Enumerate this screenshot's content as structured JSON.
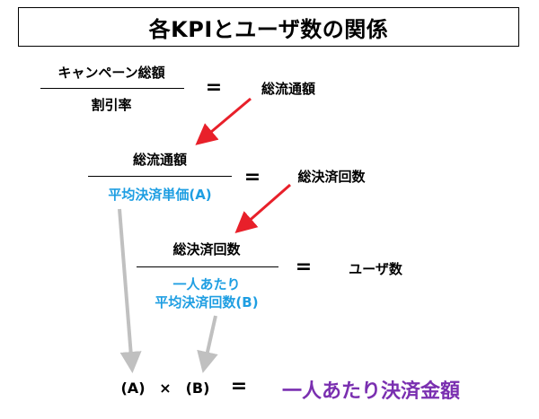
{
  "title": "各KPIとユーザ数の関係",
  "colors": {
    "highlight_blue": "#1e9ee2",
    "result_purple": "#7a2fb0",
    "arrow_red": "#e8202a",
    "arrow_gray": "#c0c0c0"
  },
  "eq1": {
    "numerator": "キャンペーン総額",
    "denominator": "割引率",
    "equals": "=",
    "result": "総流通額"
  },
  "eq2": {
    "numerator": "総流通額",
    "denominator": "平均決済単価(A)",
    "equals": "=",
    "result": "総決済回数"
  },
  "eq3": {
    "numerator": "総決済回数",
    "denominator_line1": "一人あたり",
    "denominator_line2": "平均決済回数(B)",
    "equals": "=",
    "result": "ユーザ数"
  },
  "eq4": {
    "a": "(A)",
    "times": "×",
    "b": "(B)",
    "equals": "=",
    "result": "一人あたり決済金額"
  }
}
